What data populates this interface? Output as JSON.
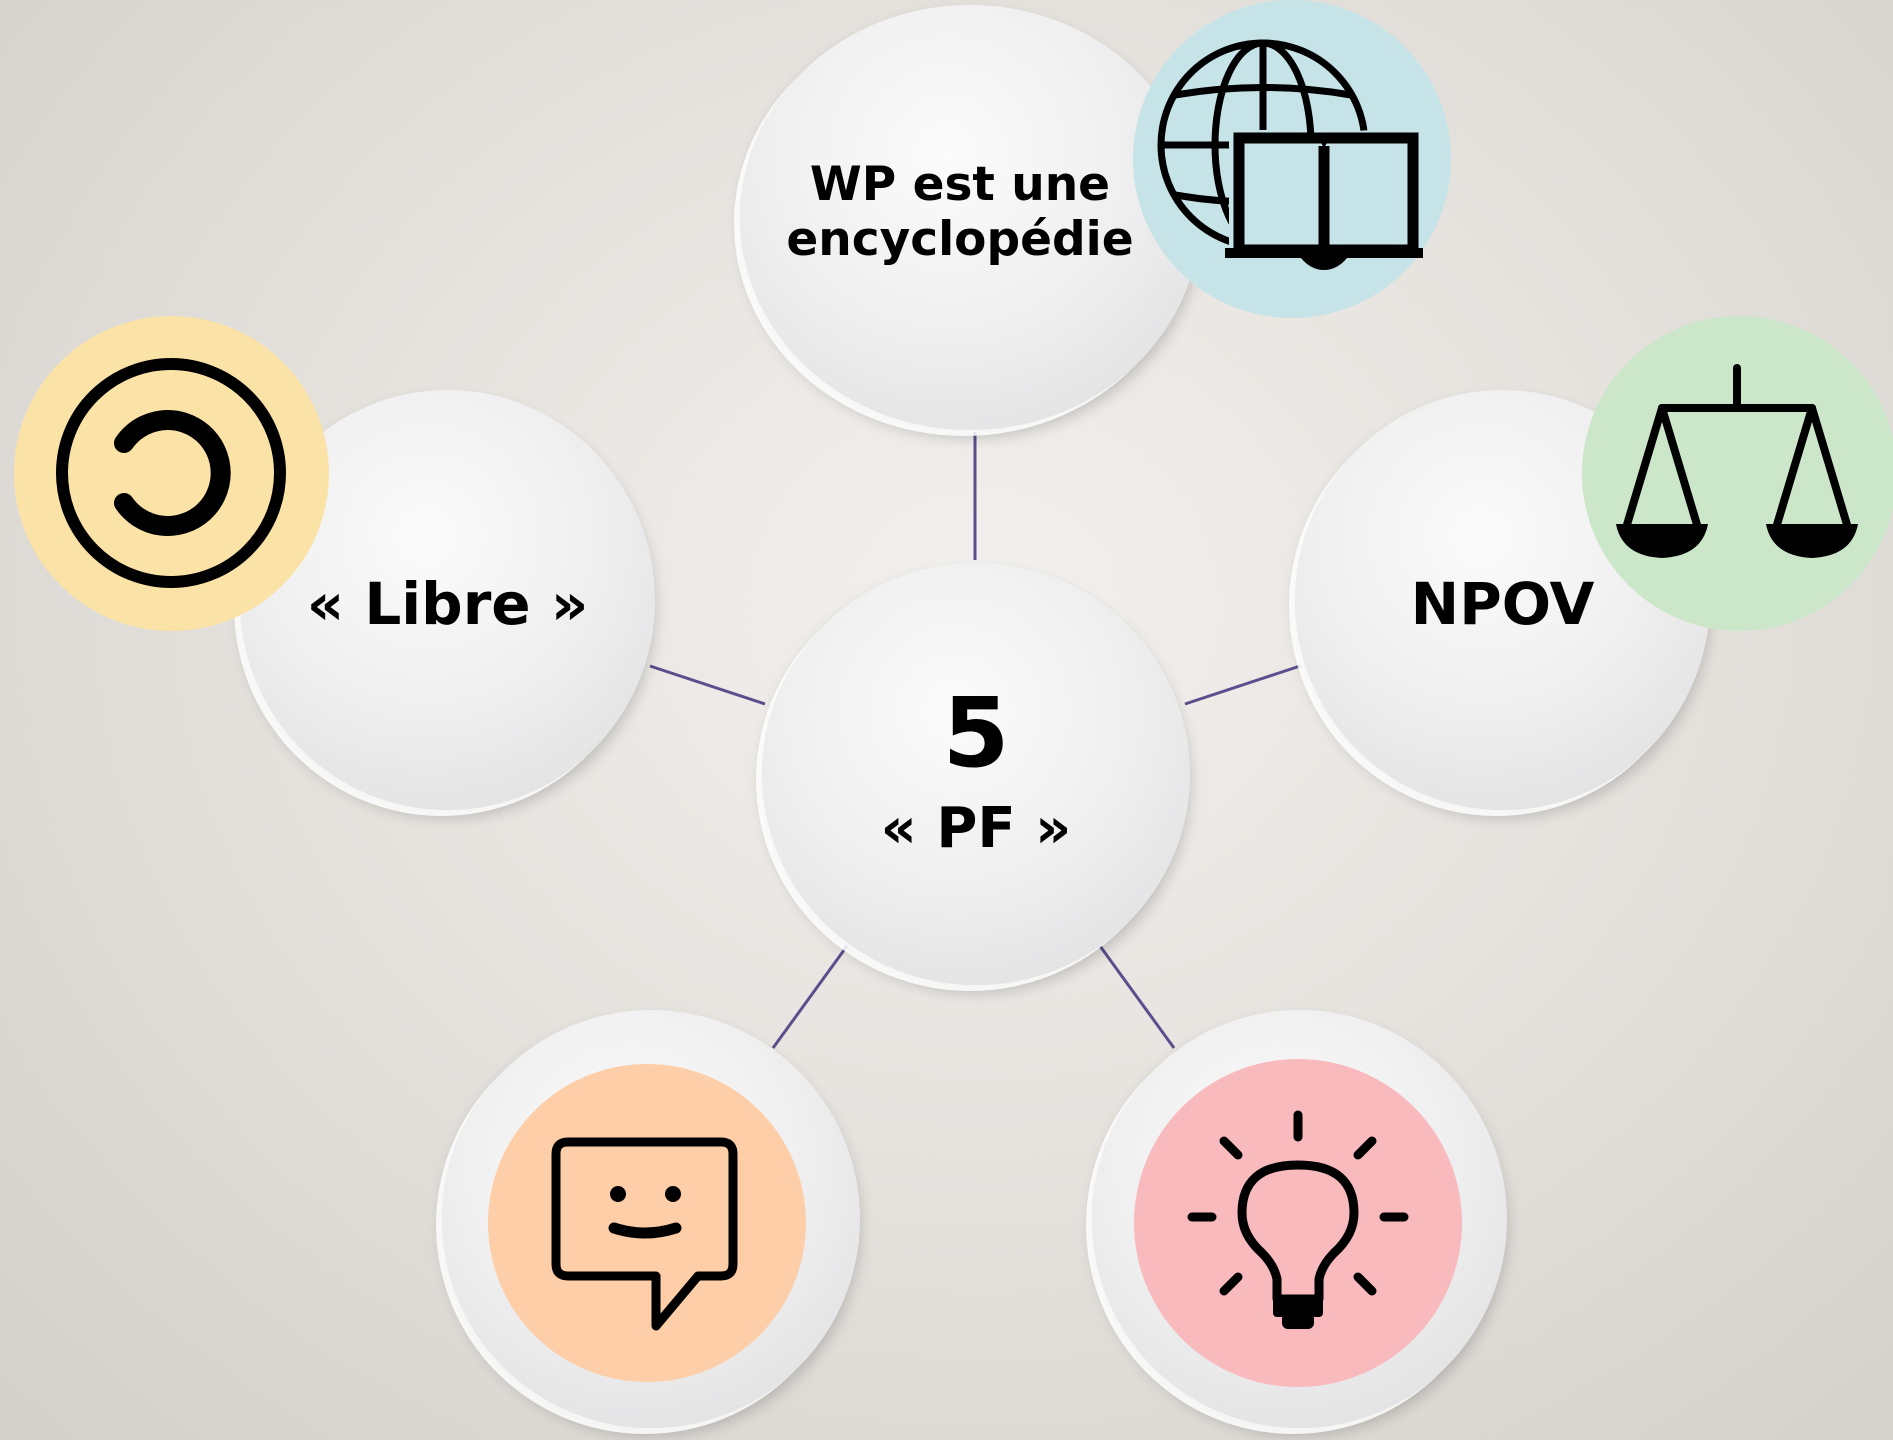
{
  "diagram": {
    "center": {
      "number": "5",
      "label": "« PF »"
    },
    "nodes": {
      "encyclopedia": {
        "line1": "WP est une",
        "line2": "encyclopédie",
        "icon": "globe-book-icon",
        "badge_color": "#c6e3e8"
      },
      "libre": {
        "label": "« Libre »",
        "icon": "copyleft-icon",
        "badge_color": "#fbe3a8"
      },
      "npov": {
        "label": "NPOV",
        "icon": "balance-scale-icon",
        "badge_color": "#cbe6c8"
      },
      "communication": {
        "icon": "smiley-chat-icon",
        "badge_color": "#fdcea7"
      },
      "idea": {
        "icon": "lightbulb-icon",
        "badge_color": "#f8babd"
      }
    },
    "connector_color": "#5a4e8c"
  }
}
